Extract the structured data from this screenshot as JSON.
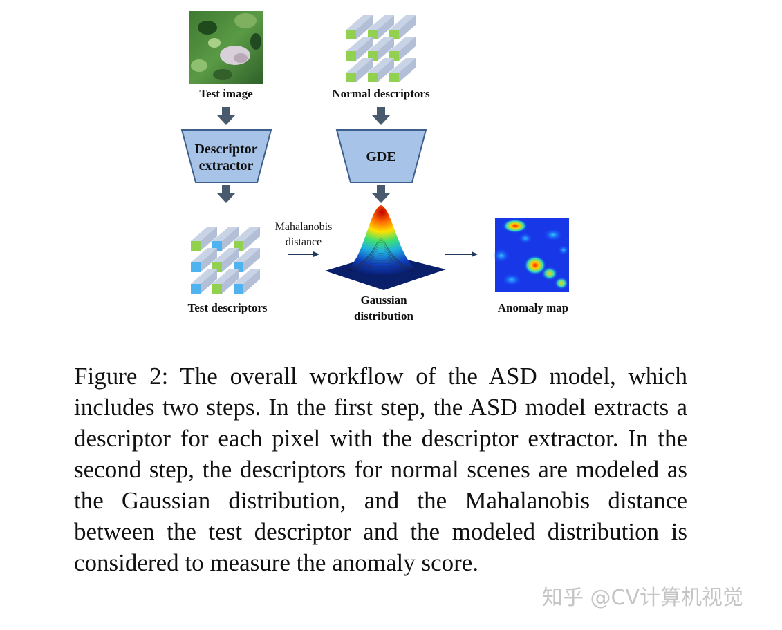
{
  "figure": {
    "labels": {
      "test_image": "Test image",
      "normal_descriptors": "Normal descriptors",
      "descriptor_extractor_line1": "Descriptor",
      "descriptor_extractor_line2": "extractor",
      "gde": "GDE",
      "test_descriptors": "Test descriptors",
      "mahalanobis_line1": "Mahalanobis",
      "mahalanobis_line2": "distance",
      "gaussian_line1": "Gaussian",
      "gaussian_line2": "distribution",
      "anomaly_map": "Anomaly map"
    },
    "colors": {
      "arrow": "#4a5a6e",
      "trapezoid_fill": "#a7c3e8",
      "trapezoid_stroke": "#3d5f8e",
      "descriptor_green": "#92d050",
      "descriptor_blue": "#4fb3f0",
      "descriptor_face": "#c9d3e6"
    }
  },
  "caption": {
    "text": "Figure 2: The overall workflow of the ASD model, which includes two steps. In the first step, the ASD model ex­tracts a descriptor for each pixel with the descriptor ex­tractor. In the second step, the descriptors for normal scenes are modeled as the Gaussian distribution, and the Mahalanobis distance between the test descriptor and the modeled distribution is considered to measure the anom­aly score."
  },
  "watermark": {
    "text": "知乎 @CV计算机视觉"
  }
}
